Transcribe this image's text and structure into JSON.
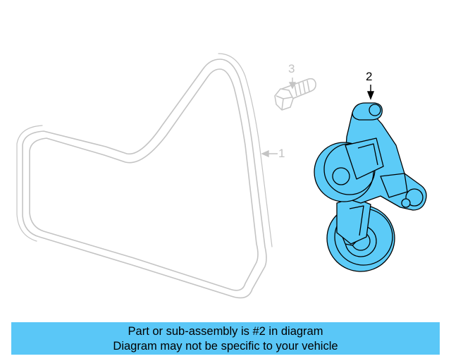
{
  "diagram": {
    "callouts": [
      {
        "id": "belt",
        "number": "1"
      },
      {
        "id": "tensioner",
        "number": "2"
      },
      {
        "id": "bolt",
        "number": "3"
      }
    ],
    "colors": {
      "highlight_fill": "#5ccbf7",
      "outline_grey": "#c4c4c4",
      "ink": "#000000"
    },
    "highlighted_callout": "2"
  },
  "banner": {
    "line1": "Part or sub-assembly is #2 in diagram",
    "line2": "Diagram may not be specific to your vehicle",
    "background": "#5ac7f7"
  }
}
